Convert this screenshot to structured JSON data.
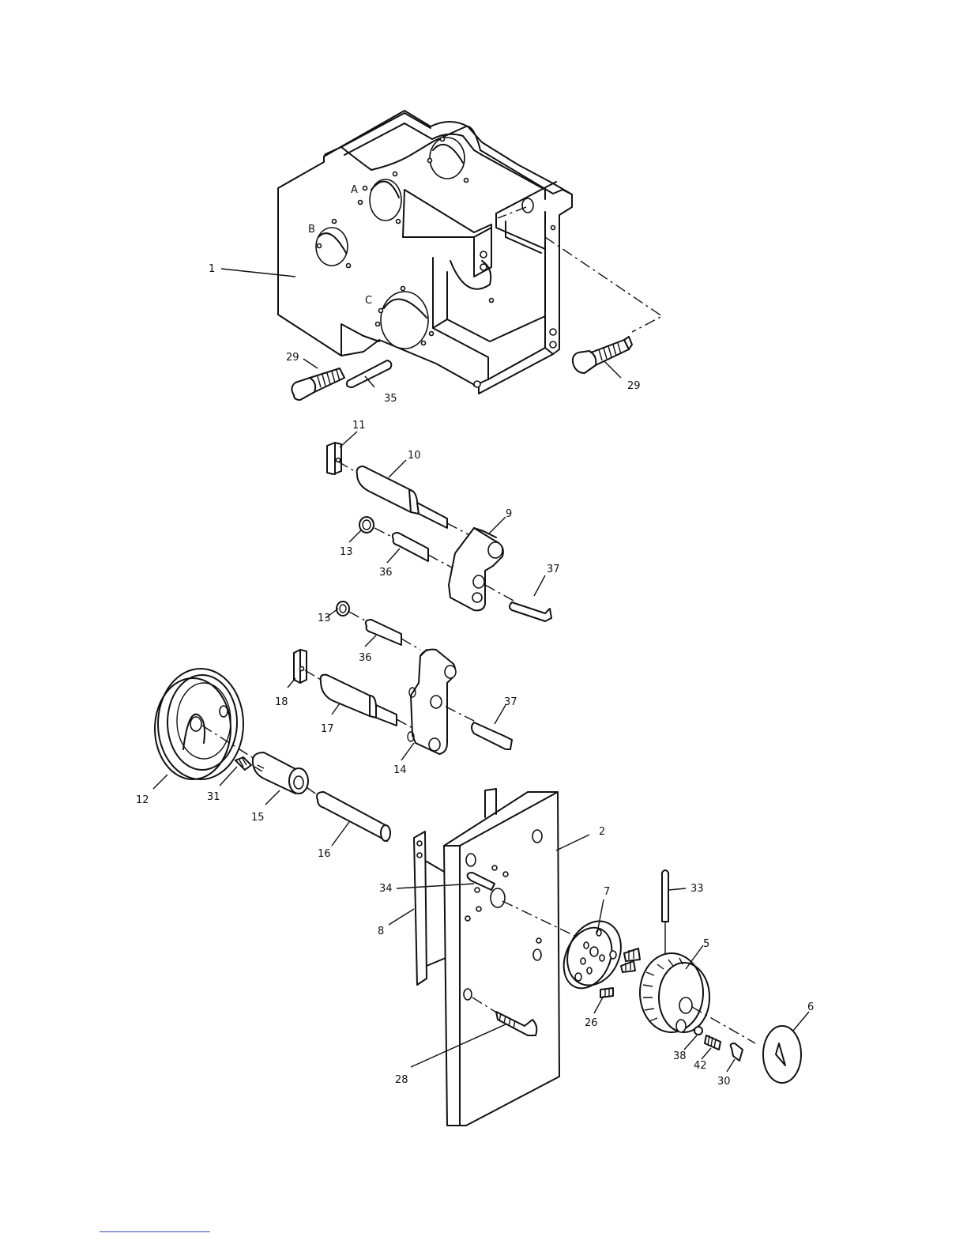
{
  "drawing": {
    "parts": [
      {
        "id": "housing",
        "label": "1"
      },
      {
        "id": "front-plate",
        "label": "2"
      },
      {
        "id": "dial-knob",
        "label": "5"
      },
      {
        "id": "knob-cap",
        "label": "6"
      },
      {
        "id": "index-plate",
        "label": "7"
      },
      {
        "id": "gasket",
        "label": "8"
      },
      {
        "id": "upper-lever",
        "label": "9"
      },
      {
        "id": "upper-shaft",
        "label": "10"
      },
      {
        "id": "upper-key",
        "label": "11"
      },
      {
        "id": "handwheel",
        "label": "12"
      },
      {
        "id": "roller-upper",
        "label": "13"
      },
      {
        "id": "roller-lower",
        "label": "13"
      },
      {
        "id": "lower-lever",
        "label": "14"
      },
      {
        "id": "hub",
        "label": "15"
      },
      {
        "id": "long-shaft",
        "label": "16"
      },
      {
        "id": "lower-shaft",
        "label": "17"
      },
      {
        "id": "lower-key",
        "label": "18"
      },
      {
        "id": "small-screws",
        "label": "26"
      },
      {
        "id": "plate-bolt",
        "label": "28"
      },
      {
        "id": "housing-bolt-left",
        "label": "29"
      },
      {
        "id": "housing-bolt-right",
        "label": "29"
      },
      {
        "id": "plunger",
        "label": "30"
      },
      {
        "id": "set-screw",
        "label": "31"
      },
      {
        "id": "pointer-rod",
        "label": "33"
      },
      {
        "id": "dowel-pin",
        "label": "34"
      },
      {
        "id": "housing-pin",
        "label": "35"
      },
      {
        "id": "pin-upper",
        "label": "36"
      },
      {
        "id": "pin-lower",
        "label": "36"
      },
      {
        "id": "lever-pin-upper",
        "label": "37"
      },
      {
        "id": "lever-pin-lower",
        "label": "37"
      },
      {
        "id": "ball",
        "label": "38"
      },
      {
        "id": "spring",
        "label": "42"
      }
    ],
    "bore_labels": {
      "a": "A",
      "b": "B",
      "c": "C"
    }
  }
}
